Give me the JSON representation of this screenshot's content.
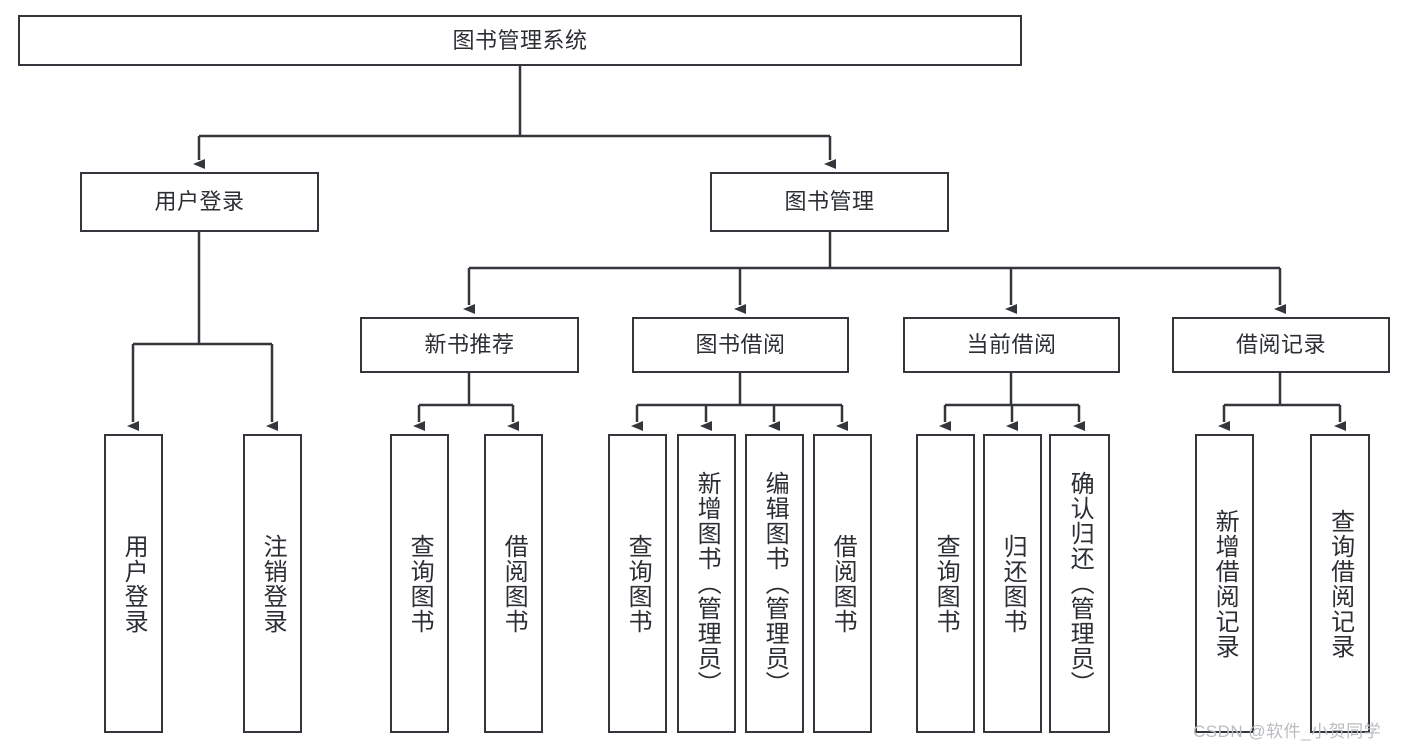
{
  "diagram": {
    "title": "图书管理系统",
    "type": "hierarchy-tree",
    "levels": 4,
    "colors": {
      "box_border": "#33373c",
      "box_fill": "#ffffff",
      "connector": "#33373c",
      "text": "#2b2f33",
      "watermark": "#b9bcc0",
      "background": "#ffffff"
    },
    "root": {
      "label": "图书管理系统"
    },
    "level2": [
      {
        "label": "用户登录"
      },
      {
        "label": "图书管理"
      }
    ],
    "level3": [
      {
        "label": "新书推荐"
      },
      {
        "label": "图书借阅"
      },
      {
        "label": "当前借阅"
      },
      {
        "label": "借阅记录"
      }
    ],
    "leaves": {
      "user_login": [
        {
          "label": "用户登录"
        },
        {
          "label": "注销登录"
        }
      ],
      "new_book_recommend": [
        {
          "label": "查询图书"
        },
        {
          "label": "借阅图书"
        }
      ],
      "book_borrow": [
        {
          "label": "查询图书"
        },
        {
          "label": "新增图书（管理员）"
        },
        {
          "label": "编辑图书（管理员）"
        },
        {
          "label": "借阅图书"
        }
      ],
      "current_borrow": [
        {
          "label": "查询图书"
        },
        {
          "label": "归还图书"
        },
        {
          "label": "确认归还（管理员）"
        }
      ],
      "borrow_record": [
        {
          "label": "新增借阅记录"
        },
        {
          "label": "查询借阅记录"
        }
      ]
    }
  },
  "watermark": {
    "text": "CSDN @软件_小贺同学"
  }
}
